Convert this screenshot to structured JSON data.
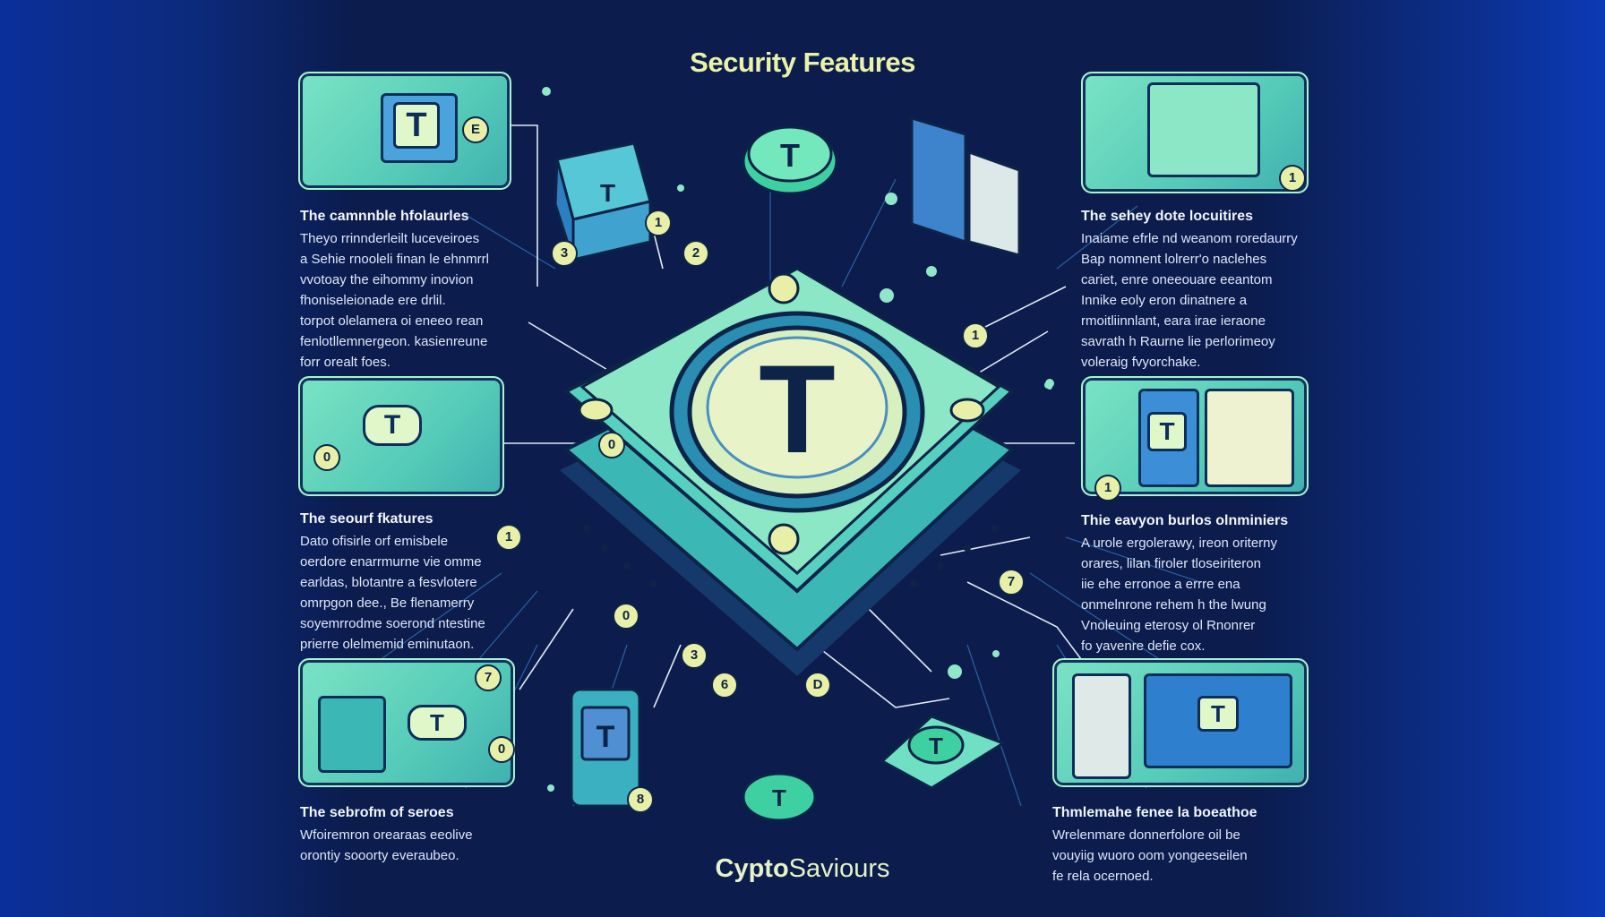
{
  "title": "Security Features",
  "brand": {
    "bold": "Cypto",
    "rest": "Saviours"
  },
  "center_badge": "T",
  "blocks": {
    "top_left": {
      "heading": "The camnnble hfolaurles",
      "lines": [
        "Theyo rrinnderleilt luceveiroes",
        "a Sehie rnooleli finan le ehnmrrl",
        "vvotoay the eihommy inovion",
        "fhoniseleionade ere drlil.",
        "torpot olelamera oi eneeo rean",
        "fenlotllemnergeon. kasienreune",
        "forr orealt foes."
      ]
    },
    "middle_left": {
      "heading": "The seourf fkatures",
      "lines": [
        "Dato ofisirle orf emisbele",
        "oerdore enarrmurne vie omme",
        "earldas, blotantre a fesvlotere",
        "omrpgon dee., Be flenamerry",
        "soyemrrodme soerond ntestine",
        "prierre olelmemid eminutaon."
      ]
    },
    "bottom_left": {
      "heading": "The sebrofm of seroes",
      "lines": [
        "Wfoiremron orearaas eeolive",
        "orontiy sooorty everaubeo."
      ]
    },
    "top_right": {
      "heading": "The sehey dote locuitires",
      "lines": [
        "Inaiame efrle nd weanom roredaurry",
        "Bap nomnent lolrerr'o naclehes",
        "cariet, enre oneeouare eeantom",
        "Innike eoly eron dinatnere a",
        "rmoitliinnlant, eara irae ieraone",
        "savrath h Raurne lie perlorimeoy",
        "voleraig fvyorchake."
      ]
    },
    "middle_right": {
      "heading": "Thie eavyon burlos olnminiers",
      "lines": [
        "A urole ergolerawy, ireon oriterny",
        "orares, lilan firoler tloseiriteron",
        "iie ehe erronoe a errre ena",
        "onmelnrone rehem h the lwung",
        "Vnoleuing eterosy ol Rnonrer",
        "fo yavenre defie cox."
      ]
    },
    "bottom_right": {
      "heading": "Thmlemahe fenee la boeathoe",
      "lines": [
        "Wrelenmare donnerfolore oil be",
        "vouyiig wuoro oom yongeeseilen",
        "fe rela ocernoed."
      ]
    }
  },
  "numbers": {
    "n_e": "E",
    "n_1a": "1",
    "n_3a": "3",
    "n_2a": "2",
    "n_1b": "1",
    "n_0a": "0",
    "n_1c": "1",
    "n_0b": "0",
    "n_7a": "7",
    "n_0c": "0",
    "n_1d": "1",
    "n_1e": "1",
    "n_7b": "7",
    "n_0d": "0",
    "n_3b": "3",
    "n_6": "6",
    "n_d": "D",
    "n_8": "8"
  },
  "panels": {
    "tl_badge": "T",
    "ml_badge": "T",
    "bl_badge": "T",
    "mr_badge": "T",
    "br_badge": "T",
    "cube_badge": "T",
    "card_badge": "T",
    "coin_top": "T",
    "coin_bottom": "T",
    "small_dev": "T"
  },
  "colors": {
    "accent": "#6fe0c4",
    "background": "#0b1c4d",
    "highlight": "#e8f0a8"
  }
}
